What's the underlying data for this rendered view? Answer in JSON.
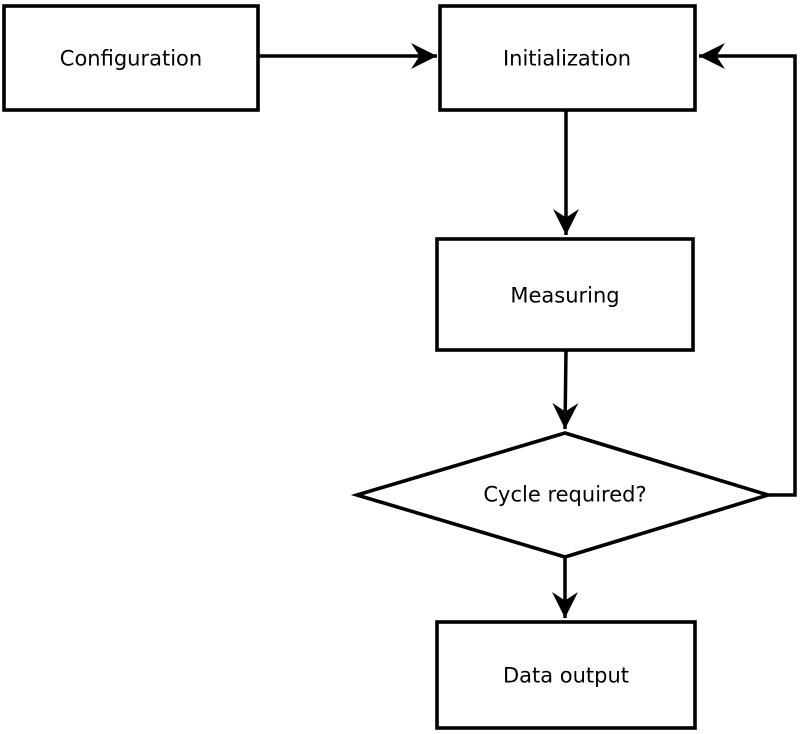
{
  "diagram": {
    "type": "flowchart",
    "background_color": "#ffffff",
    "stroke_color": "#000000",
    "node_fill_color": "#ffffff",
    "nodes": [
      {
        "id": "configuration",
        "label": "Configuration",
        "shape": "rect"
      },
      {
        "id": "initialization",
        "label": "Initialization",
        "shape": "rect"
      },
      {
        "id": "measuring",
        "label": "Measuring",
        "shape": "rect"
      },
      {
        "id": "cycle_required",
        "label": "Cycle required?",
        "shape": "diamond"
      },
      {
        "id": "data_output",
        "label": "Data output",
        "shape": "rect"
      }
    ],
    "edges": [
      {
        "from": "configuration",
        "to": "initialization",
        "style": "arrow"
      },
      {
        "from": "initialization",
        "to": "measuring",
        "style": "arrow"
      },
      {
        "from": "measuring",
        "to": "cycle_required",
        "style": "arrow"
      },
      {
        "from": "cycle_required",
        "to": "data_output",
        "style": "arrow"
      },
      {
        "from": "cycle_required",
        "to": "initialization",
        "style": "arrow",
        "kind": "feedback-loop"
      }
    ]
  }
}
